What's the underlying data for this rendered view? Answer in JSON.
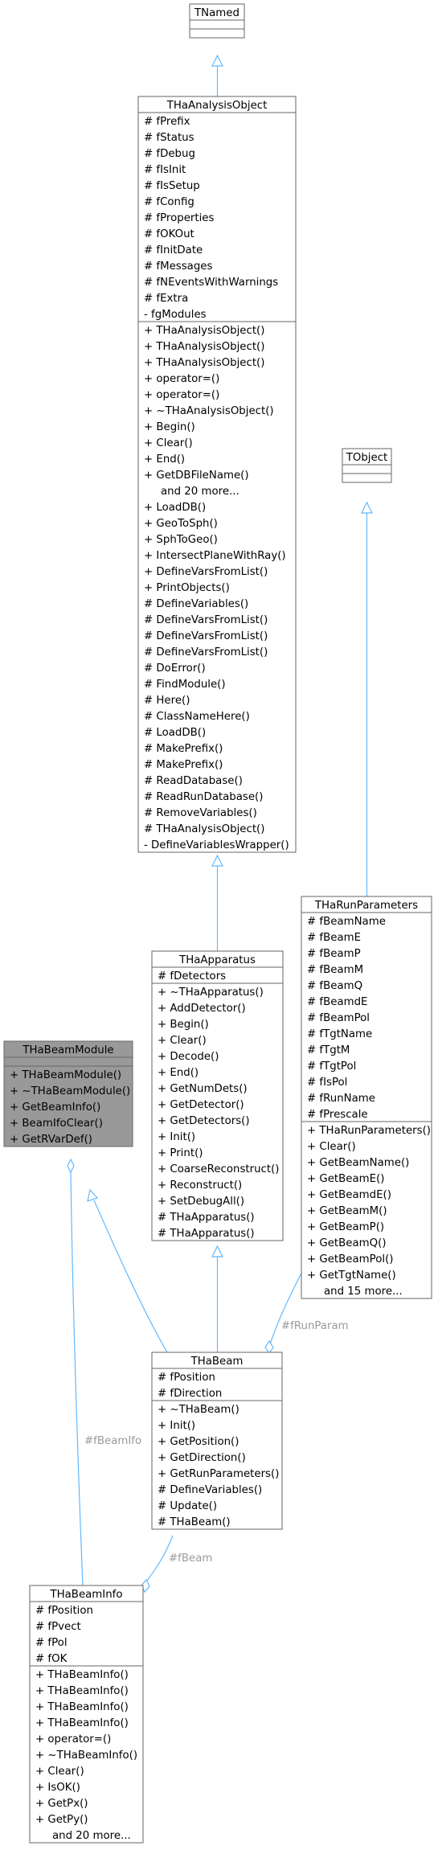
{
  "colors": {
    "edge": "#63b8ff",
    "box_border": "#666666",
    "box_fill": "#ffffff",
    "focus_fill": "#999999",
    "edge_label": "#9a9a9a",
    "text": "#000000"
  },
  "classes": [
    {
      "id": "tnamed",
      "title": "TNamed",
      "attributes": [],
      "methods": []
    },
    {
      "id": "thaanalysisobject",
      "title": "THaAnalysisObject",
      "attributes": [
        "# fPrefix",
        "# fStatus",
        "# fDebug",
        "# fIsInit",
        "# fIsSetup",
        "# fConfig",
        "# fProperties",
        "# fOKOut",
        "# fInitDate",
        "# fMessages",
        "# fNEventsWithWarnings",
        "# fExtra",
        "- fgModules"
      ],
      "methods": [
        "+ THaAnalysisObject()",
        "+ THaAnalysisObject()",
        "+ THaAnalysisObject()",
        "+ operator=()",
        "+ operator=()",
        "+ ~THaAnalysisObject()",
        "+ Begin()",
        "+ Clear()",
        "+ End()",
        "+ GetDBFileName()",
        "and 20 more...",
        "+ LoadDB()",
        "+ GeoToSph()",
        "+ SphToGeo()",
        "+ IntersectPlaneWithRay()",
        "+ DefineVarsFromList()",
        "+ PrintObjects()",
        "# DefineVariables()",
        "# DefineVarsFromList()",
        "# DefineVarsFromList()",
        "# DefineVarsFromList()",
        "# DoError()",
        "# FindModule()",
        "# Here()",
        "# ClassNameHere()",
        "# LoadDB()",
        "# MakePrefix()",
        "# MakePrefix()",
        "# ReadDatabase()",
        "# ReadRunDatabase()",
        "# RemoveVariables()",
        "# THaAnalysisObject()",
        "- DefineVariablesWrapper()"
      ]
    },
    {
      "id": "tobject",
      "title": "TObject",
      "attributes": [],
      "methods": []
    },
    {
      "id": "tharunparameters",
      "title": "THaRunParameters",
      "attributes": [
        "# fBeamName",
        "# fBeamE",
        "# fBeamP",
        "# fBeamM",
        "# fBeamQ",
        "# fBeamdE",
        "# fBeamPol",
        "# fTgtName",
        "# fTgtM",
        "# fTgtPol",
        "# fIsPol",
        "# fRunName",
        "# fPrescale"
      ],
      "methods": [
        "+ THaRunParameters()",
        "+ Clear()",
        "+ GetBeamName()",
        "+ GetBeamE()",
        "+ GetBeamdE()",
        "+ GetBeamM()",
        "+ GetBeamP()",
        "+ GetBeamQ()",
        "+ GetBeamPol()",
        "+ GetTgtName()",
        "and 15 more..."
      ]
    },
    {
      "id": "thaapparatus",
      "title": "THaApparatus",
      "attributes": [
        "# fDetectors"
      ],
      "methods": [
        "+ ~THaApparatus()",
        "+ AddDetector()",
        "+ Begin()",
        "+ Clear()",
        "+ Decode()",
        "+ End()",
        "+ GetNumDets()",
        "+ GetDetector()",
        "+ GetDetectors()",
        "+ Init()",
        "+ Print()",
        "+ CoarseReconstruct()",
        "+ Reconstruct()",
        "+ SetDebugAll()",
        "# THaApparatus()",
        "# THaApparatus()"
      ]
    },
    {
      "id": "thabeammodule",
      "title": "THaBeamModule",
      "attributes": [],
      "methods": [
        "+ THaBeamModule()",
        "+ ~THaBeamModule()",
        "+ GetBeamInfo()",
        "+ BeamIfoClear()",
        "+ GetRVarDef()"
      ]
    },
    {
      "id": "thabeam",
      "title": "THaBeam",
      "attributes": [
        "# fPosition",
        "# fDirection"
      ],
      "methods": [
        "+ ~THaBeam()",
        "+ Init()",
        "+ GetPosition()",
        "+ GetDirection()",
        "+ GetRunParameters()",
        "# DefineVariables()",
        "# Update()",
        "# THaBeam()"
      ]
    },
    {
      "id": "thabeaminfo",
      "title": "THaBeamInfo",
      "attributes": [
        "# fPosition",
        "# fPvect",
        "# fPol",
        "# fOK"
      ],
      "methods": [
        "+ THaBeamInfo()",
        "+ THaBeamInfo()",
        "+ THaBeamInfo()",
        "+ THaBeamInfo()",
        "+ operator=()",
        "+ ~THaBeamInfo()",
        "+ Clear()",
        "+ IsOK()",
        "+ GetPx()",
        "+ GetPy()",
        "and 20 more..."
      ]
    }
  ],
  "edge_labels": {
    "run_param": "#fRunParam",
    "beam_ifo": "#fBeamIfo",
    "beam": "#fBeam"
  }
}
